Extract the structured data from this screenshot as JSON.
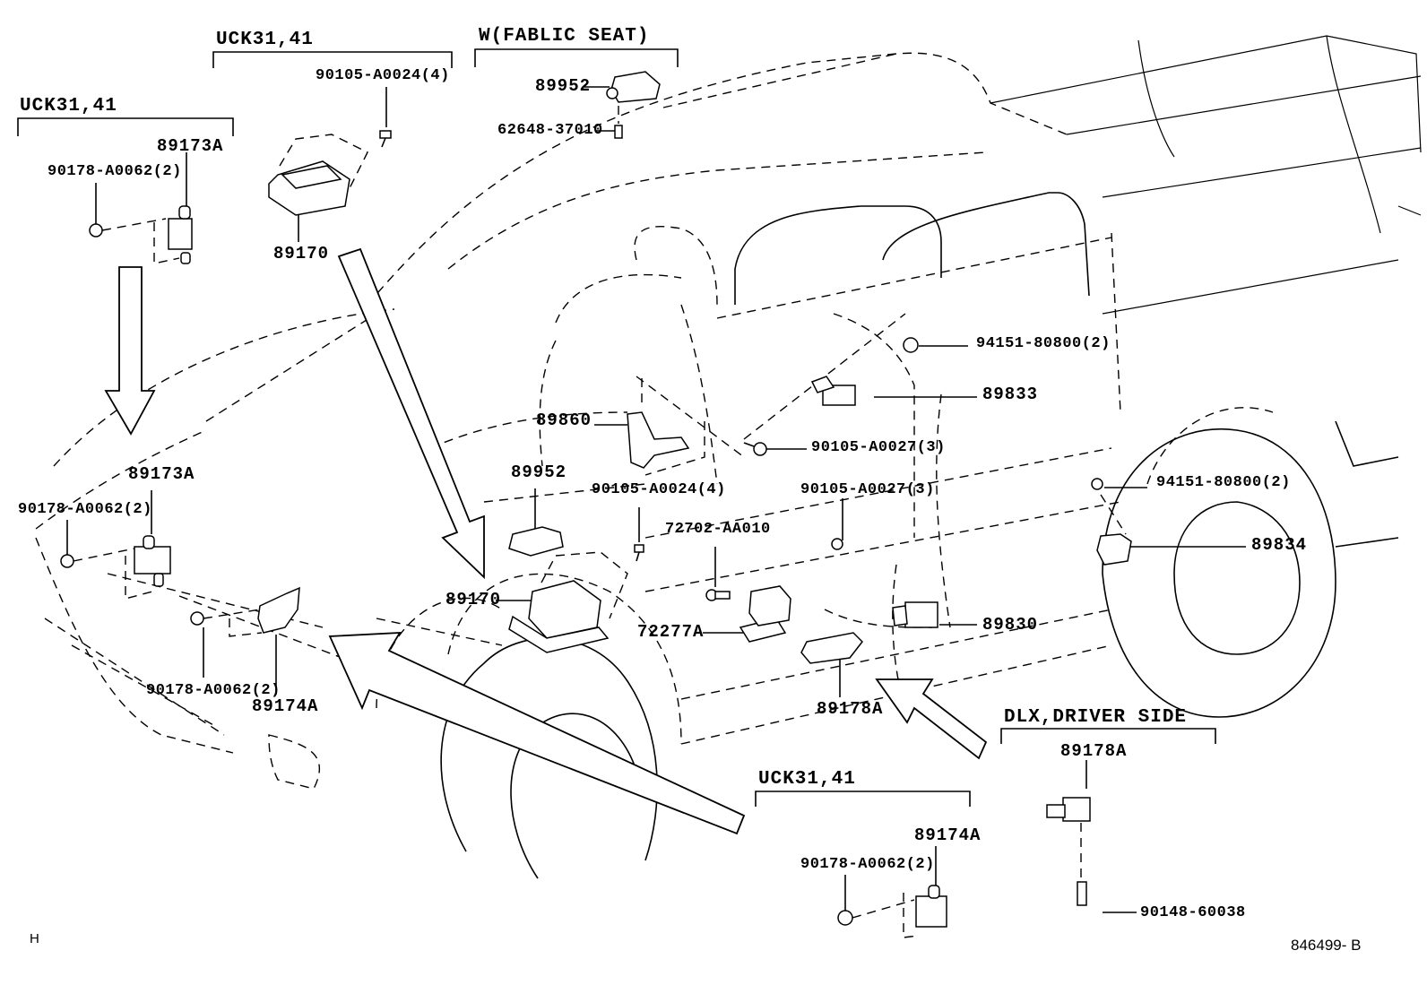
{
  "diagram": {
    "type": "parts-exploded-view",
    "subject": "Pickup truck airbag sensor / center airbag sensor assembly",
    "catalog_code": "846499- B",
    "corner_letter": "H"
  },
  "groups": [
    {
      "id": "uck-top-left",
      "label": "UCK31,41"
    },
    {
      "id": "uck-top-center",
      "label": "UCK31,41"
    },
    {
      "id": "fabric-seat",
      "label": "W(FABLIC SEAT)"
    },
    {
      "id": "dlx-driver-side",
      "label": "DLX,DRIVER SIDE"
    },
    {
      "id": "uck-bottom",
      "label": "UCK31,41"
    }
  ],
  "callouts": {
    "tl_89173A": "89173A",
    "tl_90178": "90178-A0062(2)",
    "tc_90105": "90105-A0024(4)",
    "tc_89170": "89170",
    "fs_89952": "89952",
    "fs_62648": "62648-37010",
    "r_94151_top": "94151-80800(2)",
    "r_89833": "89833",
    "m_89860": "89860",
    "m_90105_a0027_top": "90105-A0027(3)",
    "m_89952": "89952",
    "m_90105_a0024": "90105-A0024(4)",
    "m_90105_a0027_mid": "90105-A0027(3)",
    "r_94151_mid": "94151-80800(2)",
    "r_89834": "89834",
    "m_72702": "72702-AA010",
    "m_89170": "89170",
    "m_72277A": "72277A",
    "m_89830": "89830",
    "m_89178A": "89178A",
    "l_89173A": "89173A",
    "l_90178_top": "90178-A0062(2)",
    "l_90178_bot": "90178-A0062(2)",
    "l_89174A": "89174A",
    "dlx_89178A": "89178A",
    "dlx_90148": "90148-60038",
    "b_89174A": "89174A",
    "b_90178": "90178-A0062(2)"
  },
  "parts_list": [
    {
      "part_no": "89173A",
      "qty": null
    },
    {
      "part_no": "90178-A0062",
      "qty": 2
    },
    {
      "part_no": "90105-A0024",
      "qty": 4
    },
    {
      "part_no": "89170",
      "qty": null
    },
    {
      "part_no": "89952",
      "qty": null
    },
    {
      "part_no": "62648-37010",
      "qty": null
    },
    {
      "part_no": "94151-80800",
      "qty": 2
    },
    {
      "part_no": "89833",
      "qty": null
    },
    {
      "part_no": "89860",
      "qty": null
    },
    {
      "part_no": "90105-A0027",
      "qty": 3
    },
    {
      "part_no": "89834",
      "qty": null
    },
    {
      "part_no": "72702-AA010",
      "qty": null
    },
    {
      "part_no": "72277A",
      "qty": null
    },
    {
      "part_no": "89830",
      "qty": null
    },
    {
      "part_no": "89178A",
      "qty": null
    },
    {
      "part_no": "89174A",
      "qty": null
    },
    {
      "part_no": "90148-60038",
      "qty": null
    }
  ]
}
